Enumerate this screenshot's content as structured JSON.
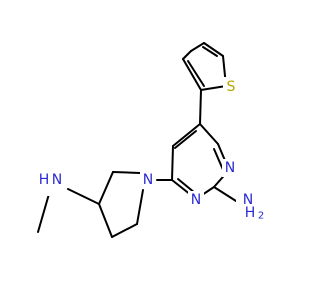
{
  "molecule": {
    "atoms": {
      "s_thiophene": {
        "label": "S",
        "element": "S"
      },
      "n_ring_3": {
        "label": "N",
        "element": "N"
      },
      "n_ring_1": {
        "label": "N",
        "element": "N"
      },
      "n_pyrrolidine": {
        "label": "N",
        "element": "N"
      },
      "nh_methylamine": {
        "label": "N",
        "label_h": "H",
        "element": "N"
      },
      "nh2_amine": {
        "label": "N",
        "label_h": "H",
        "label_h_sub": "2",
        "element": "N"
      }
    },
    "colors": {
      "bond": "#000000",
      "nitrogen": "#2a2ad0",
      "sulfur": "#b8a400",
      "background": "#ffffff"
    }
  }
}
